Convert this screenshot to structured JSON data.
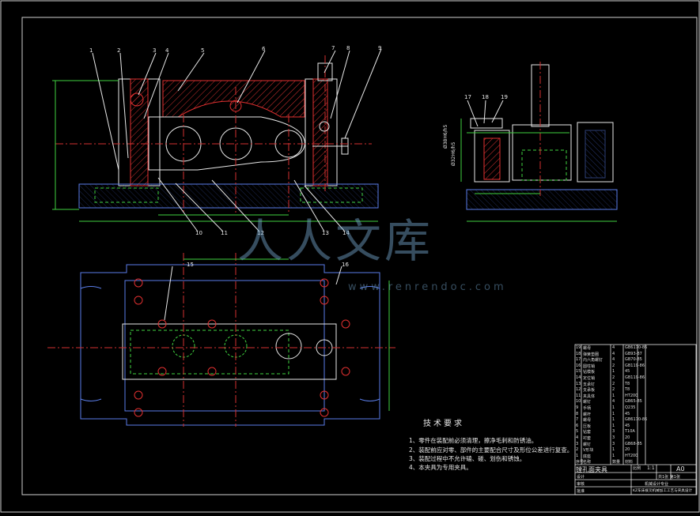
{
  "part_numbers": [
    "1",
    "2",
    "3",
    "4",
    "5",
    "6",
    "7",
    "8",
    "9",
    "10",
    "11",
    "12",
    "13",
    "14",
    "15",
    "16",
    "17",
    "18",
    "19"
  ],
  "section_labels": {
    "side_dia_1": "Ø38H6/h5",
    "side_dia_2": "Ø32H6/h5"
  },
  "tech_requirements": {
    "title": "技术要求",
    "items": [
      "1、零件在装配前必须清理，擦净毛刺和防锈油。",
      "2、装配前应对零、部件的主要配合尺寸及形位公差进行复查。",
      "3、装配过程中不允许磕、碰、划伤和锈蚀。",
      "4、本夹具为专用夹具。"
    ]
  },
  "bom": {
    "rows": [
      {
        "no": "19",
        "name": "螺母",
        "qty": "4",
        "std": "GB6170-86"
      },
      {
        "no": "18",
        "name": "弹簧垫圈",
        "qty": "4",
        "std": "GB93-87"
      },
      {
        "no": "17",
        "name": "内六角螺钉",
        "qty": "4",
        "std": "GB70-85"
      },
      {
        "no": "16",
        "name": "圆柱销",
        "qty": "2",
        "std": "GB119-86"
      },
      {
        "no": "15",
        "name": "钻模板",
        "qty": "1",
        "std": "45"
      },
      {
        "no": "14",
        "name": "定位销",
        "qty": "2",
        "std": "GB119-86"
      },
      {
        "no": "13",
        "name": "支承钉",
        "qty": "2",
        "std": "T8"
      },
      {
        "no": "12",
        "name": "支承板",
        "qty": "2",
        "std": "T8"
      },
      {
        "no": "11",
        "name": "夹具体",
        "qty": "1",
        "std": "HT200"
      },
      {
        "no": "10",
        "name": "螺钉",
        "qty": "4",
        "std": "GB65-85"
      },
      {
        "no": "9",
        "name": "手柄",
        "qty": "1",
        "std": "Q235"
      },
      {
        "no": "8",
        "name": "螺杆",
        "qty": "1",
        "std": "45"
      },
      {
        "no": "7",
        "name": "螺母",
        "qty": "1",
        "std": "GB6170-86"
      },
      {
        "no": "6",
        "name": "压板",
        "qty": "1",
        "std": "45"
      },
      {
        "no": "5",
        "name": "钻套",
        "qty": "3",
        "std": "T10A"
      },
      {
        "no": "4",
        "name": "衬套",
        "qty": "3",
        "std": "20"
      },
      {
        "no": "3",
        "name": "螺钉",
        "qty": "3",
        "std": "GB68-85"
      },
      {
        "no": "2",
        "name": "V形块",
        "qty": "1",
        "std": "20"
      },
      {
        "no": "1",
        "name": "底座",
        "qty": "1",
        "std": "HT200"
      }
    ],
    "header": {
      "no": "序号",
      "name": "名称",
      "qty": "数量",
      "std": "材料"
    }
  },
  "title_block": {
    "drawing_name": "镗孔面夹具",
    "scale_label": "比例",
    "scale": "1:1",
    "sheet_size": "A0",
    "sheet_label": "共1张 第1张",
    "designer_label": "设计",
    "checker_label": "审核",
    "approver_label": "批准",
    "school": "机械设计专业",
    "project": "KZ车床拨叉机械加工工艺与夹具设计"
  },
  "watermark": {
    "text": "人人文库",
    "url": "www.renrendoc.com"
  }
}
